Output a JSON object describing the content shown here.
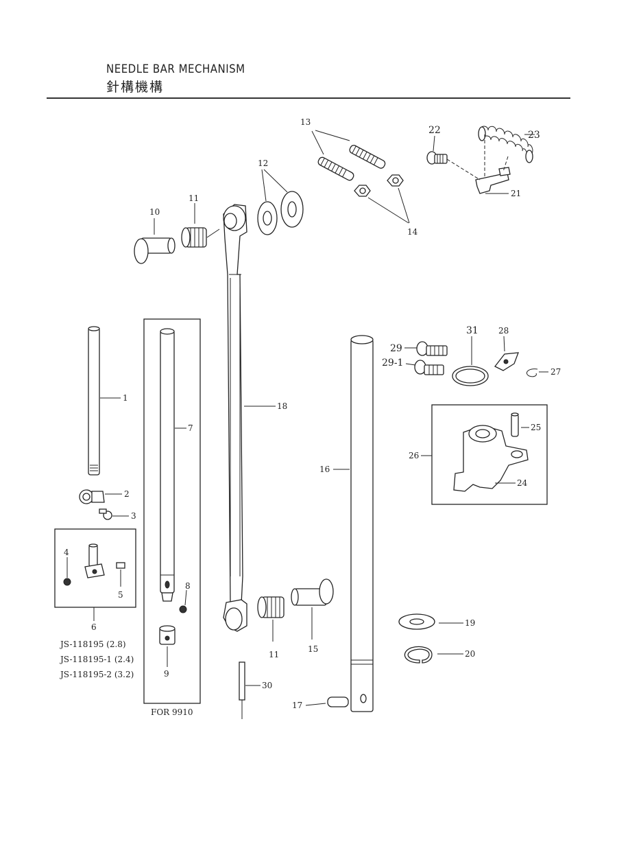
{
  "header": {
    "title": "NEEDLE BAR MECHANISM",
    "subtitle": "針構機構"
  },
  "callouts": {
    "c1": "1",
    "c2": "2",
    "c3": "3",
    "c4": "4",
    "c5": "5",
    "c6": "6",
    "c7": "7",
    "c8": "8",
    "c9": "9",
    "c10": "10",
    "c11a": "11",
    "c11b": "11",
    "c12": "12",
    "c13": "13",
    "c14": "14",
    "c15": "15",
    "c16": "16",
    "c17": "17",
    "c18": "18",
    "c19": "19",
    "c20": "20",
    "c21": "21",
    "c22": "22",
    "c23": "23",
    "c24": "24",
    "c25": "25",
    "c26": "26",
    "c27": "27",
    "c28": "28",
    "c29": "29",
    "c29_1": "29-1",
    "c30": "30",
    "c31": "31"
  },
  "notes": {
    "part_numbers": [
      "JS-118195 (2.8)",
      "JS-118195-1 (2.4)",
      "JS-118195-2 (3.2)"
    ],
    "variant": "FOR 9910"
  }
}
